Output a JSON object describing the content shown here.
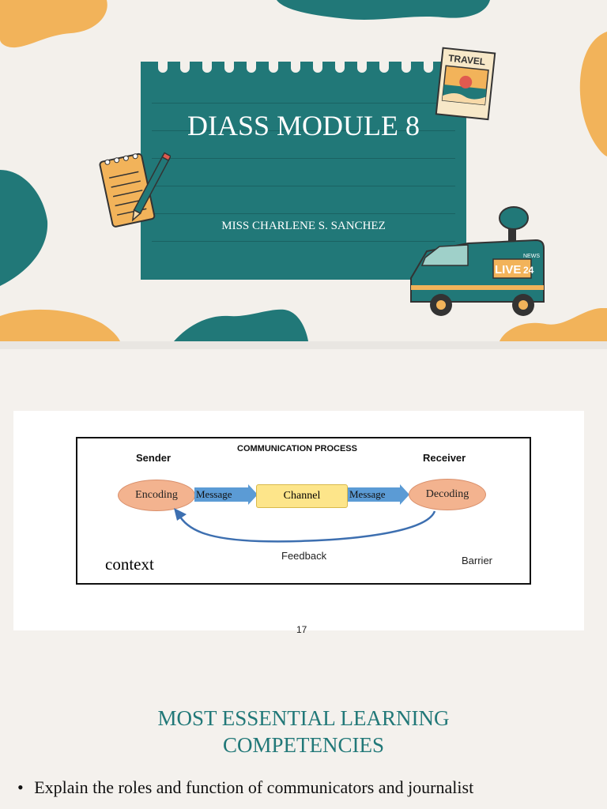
{
  "slide1": {
    "title": "DIASS MODULE 8",
    "subtitle": "MISS CHARLENE S. SANCHEZ",
    "travel_label": "TRAVEL",
    "van_live": "LIVE",
    "van_number": "24",
    "van_news": "NEWS"
  },
  "slide2": {
    "diagram_title": "COMMUNICATION PROCESS",
    "sender": "Sender",
    "receiver": "Receiver",
    "encoding": "Encoding",
    "message_left": "Message",
    "channel": "Channel",
    "message_right": "Message",
    "decoding": "Decoding",
    "feedback": "Feedback",
    "barrier": "Barrier",
    "context": "context",
    "page_number": "17"
  },
  "slide3": {
    "title_line1": "MOST ESSENTIAL LEARNING",
    "title_line2": "COMPETENCIES",
    "bullet": "•",
    "bullet_text": "Explain the roles and function of communicators and journalist"
  },
  "colors": {
    "teal": "#217878",
    "orange": "#f2b35a",
    "paper": "#f3f0eb"
  }
}
